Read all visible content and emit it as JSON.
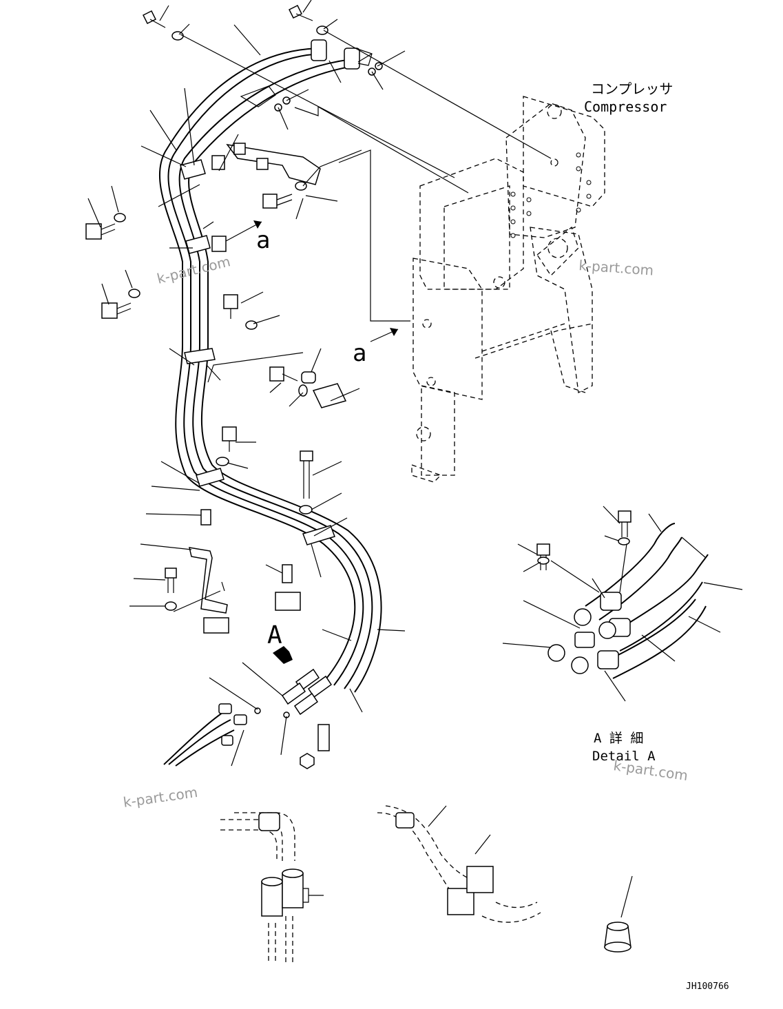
{
  "labels": {
    "compressor_jp": "コンプレッサ",
    "compressor_en": "Compressor",
    "ref_a_upper": "a",
    "ref_a_lower": "a",
    "view_arrow": "A",
    "detail_jp": "A 詳 細",
    "detail_en": "Detail A",
    "drawing_no": "JH100766"
  },
  "watermarks": [
    "k-part.com",
    "k-part.com",
    "k-part.com",
    "k-part.com"
  ]
}
